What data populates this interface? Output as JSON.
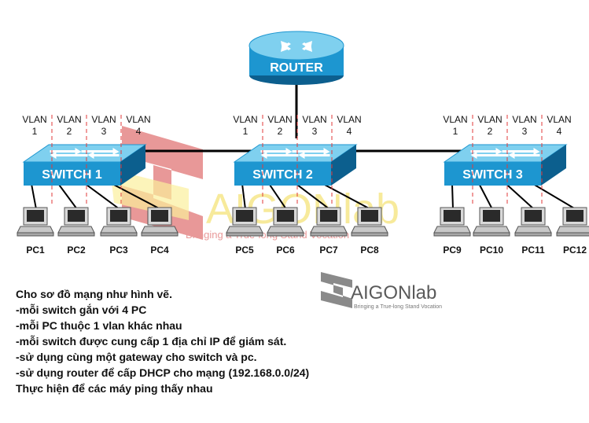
{
  "router": {
    "label": "ROUTER"
  },
  "switches": [
    {
      "label": "SWITCH 1",
      "vlans": [
        {
          "word": "VLAN",
          "num": "1"
        },
        {
          "word": "VLAN",
          "num": "2"
        },
        {
          "word": "VLAN",
          "num": "3"
        },
        {
          "word": "VLAN",
          "num": "4"
        }
      ]
    },
    {
      "label": "SWITCH 2",
      "vlans": [
        {
          "word": "VLAN",
          "num": "1"
        },
        {
          "word": "VLAN",
          "num": "2"
        },
        {
          "word": "VLAN",
          "num": "3"
        },
        {
          "word": "VLAN",
          "num": "4"
        }
      ]
    },
    {
      "label": "SWITCH 3",
      "vlans": [
        {
          "word": "VLAN",
          "num": "1"
        },
        {
          "word": "VLAN",
          "num": "2"
        },
        {
          "word": "VLAN",
          "num": "3"
        },
        {
          "word": "VLAN",
          "num": "4"
        }
      ]
    }
  ],
  "pcs": [
    "PC1",
    "PC2",
    "PC3",
    "PC4",
    "PC5",
    "PC6",
    "PC7",
    "PC8",
    "PC9",
    "PC10",
    "PC11",
    "PC12"
  ],
  "watermark": {
    "big_logo": "AIGONlab",
    "big_tagline": "Bringing a True-long Stand Vocation",
    "small_logo": "AIGONlab",
    "small_tagline": "Bringing a True-long Stand Vocation"
  },
  "description": [
    "Cho sơ đồ mạng như hình vẽ.",
    "-mỗi switch gắn với 4 PC",
    "-mỗi PC thuộc 1 vlan khác nhau",
    "-mỗi switch được cung cấp 1 địa chỉ IP để giám sát.",
    "-sử dụng cùng một gateway cho switch và pc.",
    "-sử dụng router để cấp DHCP cho mạng (192.168.0.0/24)",
    "Thực hiện để các máy ping thấy nhau"
  ],
  "colors": {
    "device_blue": "#1d96d0",
    "device_blue_light": "#7fd0ef",
    "device_blue_dark": "#0c5f8e",
    "vlan_divider": "#e23a3a",
    "watermark_red": "#d64545",
    "watermark_yellow": "#f7e24a"
  }
}
